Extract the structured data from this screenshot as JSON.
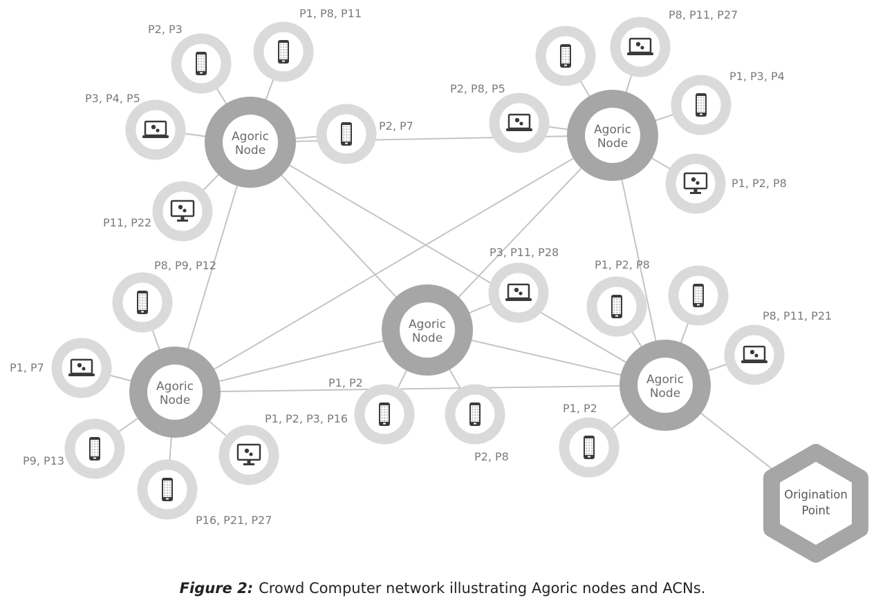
{
  "hub_label": [
    "Agoric",
    "Node"
  ],
  "origin_label": [
    "Origination",
    "Point"
  ],
  "caption": {
    "figure_label": "Figure 2:",
    "text": "Crowd Computer network illustrating Agoric nodes and ACNs."
  },
  "hubs": [
    {
      "id": "hub-tl"
    },
    {
      "id": "hub-tr"
    },
    {
      "id": "hub-c"
    },
    {
      "id": "hub-bl"
    },
    {
      "id": "hub-br"
    }
  ],
  "satellites": [
    {
      "hub": "hub-tl",
      "label": "P2, P3",
      "device": "phone-icon"
    },
    {
      "hub": "hub-tl",
      "label": "P1, P8, P11",
      "device": "phone-icon"
    },
    {
      "hub": "hub-tl",
      "label": "P3, P4, P5",
      "device": "laptop-icon"
    },
    {
      "hub": "hub-tl",
      "label": "P2, P7",
      "device": "phone-icon"
    },
    {
      "hub": "hub-tl",
      "label": "P11, P22",
      "device": "monitor-icon"
    },
    {
      "hub": "hub-tr",
      "label": "",
      "device": "phone-icon"
    },
    {
      "hub": "hub-tr",
      "label": "P8, P11, P27",
      "device": "laptop-icon"
    },
    {
      "hub": "hub-tr",
      "label": "P2, P8, P5",
      "device": "laptop-icon"
    },
    {
      "hub": "hub-tr",
      "label": "P1, P3, P4",
      "device": "phone-icon"
    },
    {
      "hub": "hub-tr",
      "label": "P1, P2, P8",
      "device": "monitor-icon"
    },
    {
      "hub": "hub-bl",
      "label": "P8, P9, P12",
      "device": "phone-icon"
    },
    {
      "hub": "hub-bl",
      "label": "P1, P7",
      "device": "laptop-icon"
    },
    {
      "hub": "hub-bl",
      "label": "P9, P13",
      "device": "phone-icon"
    },
    {
      "hub": "hub-bl",
      "label": "P16, P21, P27",
      "device": "phone-icon"
    },
    {
      "hub": "hub-bl",
      "label": "P1, P2, P3, P16",
      "device": "monitor-icon"
    },
    {
      "hub": "hub-c",
      "label": "P1, P2",
      "device": "phone-icon"
    },
    {
      "hub": "hub-c",
      "label": "P2, P8",
      "device": "phone-icon"
    },
    {
      "hub": "hub-c",
      "label": "P3, P11, P28",
      "device": "laptop-icon"
    },
    {
      "hub": "hub-br",
      "label": "P1, P2, P8",
      "device": "phone-icon"
    },
    {
      "hub": "hub-br",
      "label": "",
      "device": "phone-icon"
    },
    {
      "hub": "hub-br",
      "label": "P8, P11, P21",
      "device": "laptop-icon"
    },
    {
      "hub": "hub-br",
      "label": "P1, P2",
      "device": "phone-icon"
    }
  ],
  "links": [
    [
      "hub-tl",
      "hub-tr"
    ],
    [
      "hub-tl",
      "hub-c"
    ],
    [
      "hub-tl",
      "hub-bl"
    ],
    [
      "hub-tl",
      "hub-br"
    ],
    [
      "hub-tr",
      "hub-c"
    ],
    [
      "hub-tr",
      "hub-bl"
    ],
    [
      "hub-tr",
      "hub-br"
    ],
    [
      "hub-c",
      "hub-bl"
    ],
    [
      "hub-c",
      "hub-br"
    ],
    [
      "hub-bl",
      "hub-br"
    ],
    [
      "hub-br",
      "origin"
    ]
  ]
}
